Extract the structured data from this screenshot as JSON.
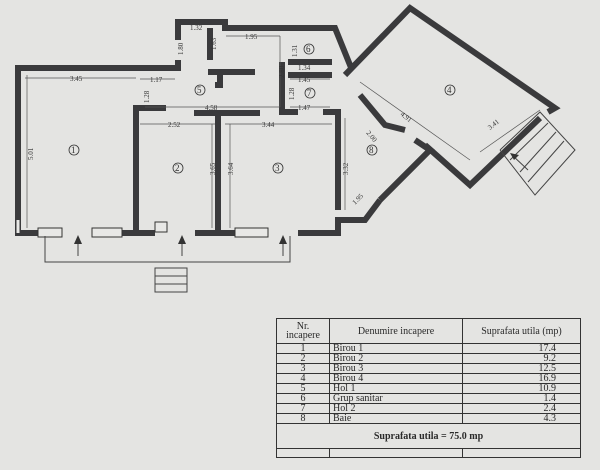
{
  "plan": {
    "room_numbers": [
      "1",
      "2",
      "3",
      "4",
      "5",
      "6",
      "7",
      "8"
    ],
    "dimensions": {
      "d345": "3.45",
      "d117": "1.17",
      "d132": "1.32",
      "d180": "1.80",
      "d163": "1.63",
      "d195": "1.95",
      "d131": "1.31",
      "d134": "1.34",
      "d280": "2.80",
      "d145": "1.45",
      "d147": "1.47",
      "d128a": "1.28",
      "d128b": "1.28",
      "d458": "4.58",
      "d252": "2.52",
      "d344": "3.44",
      "d501": "5.01",
      "d365": "3.65",
      "d364": "3.64",
      "d332": "3.32",
      "d200": "2.00",
      "d195b": "1.95",
      "d491": "4.91",
      "d341": "3.41"
    }
  },
  "table": {
    "headers": [
      "Nr. incapere",
      "Denumire incapere",
      "Suprafata utila (mp)"
    ],
    "rows": [
      {
        "nr": "1",
        "name": "Birou 1",
        "area": "17.4"
      },
      {
        "nr": "2",
        "name": "Birou 2",
        "area": "9.2"
      },
      {
        "nr": "3",
        "name": "Birou 3",
        "area": "12.5"
      },
      {
        "nr": "4",
        "name": "Birou 4",
        "area": "16.9"
      },
      {
        "nr": "5",
        "name": "Hol 1",
        "area": "10.9"
      },
      {
        "nr": "6",
        "name": "Grup sanitar",
        "area": "1.4"
      },
      {
        "nr": "7",
        "name": "Hol 2",
        "area": "2.4"
      },
      {
        "nr": "8",
        "name": "Baie",
        "area": "4.3"
      }
    ],
    "total": "Suprafata utila = 75.0 mp"
  }
}
